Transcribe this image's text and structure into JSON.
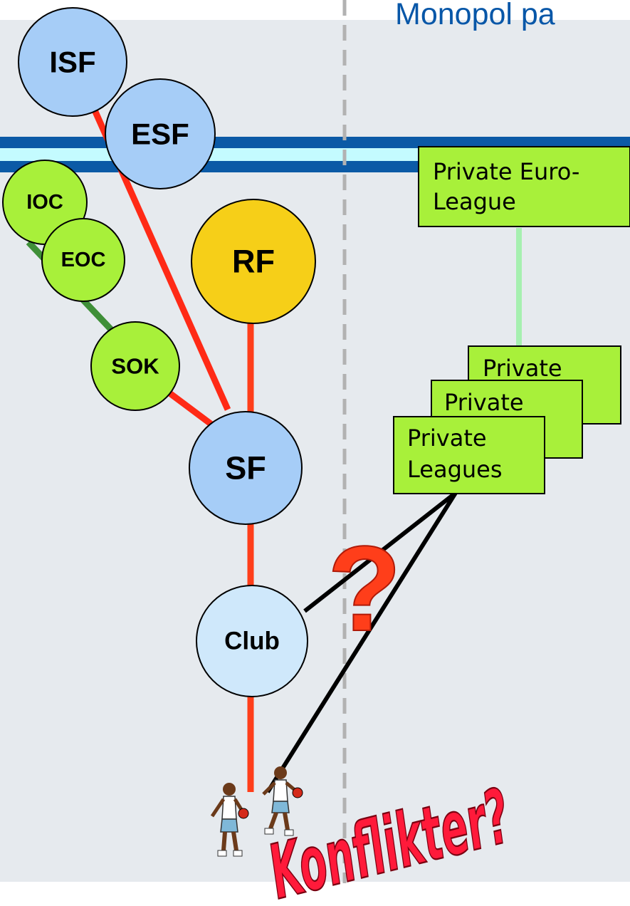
{
  "title": "Monopol pa",
  "nodes": {
    "isf": "ISF",
    "esf": "ESF",
    "ioc": "IOC",
    "eoc": "EOC",
    "rf": "RF",
    "sok": "SOK",
    "sf": "SF",
    "club": "Club"
  },
  "boxes": {
    "euro_line1": "Private Euro-",
    "euro_line2": "League",
    "private_back": "Private",
    "private_mid": "Private",
    "private_front_line1": "Private",
    "private_front_line2": "Leagues"
  },
  "question_mark": "?",
  "conflict_text": "Konflikter?",
  "colors": {
    "background": "#e6eaee",
    "blue_node": "#a6cdf7",
    "light_blue_node": "#cfe8fb",
    "green_node": "#a8f03a",
    "rf_node": "#f6cf18",
    "red_line": "#ff2a16",
    "green_line": "#3f8f38",
    "title": "#0857a8"
  }
}
